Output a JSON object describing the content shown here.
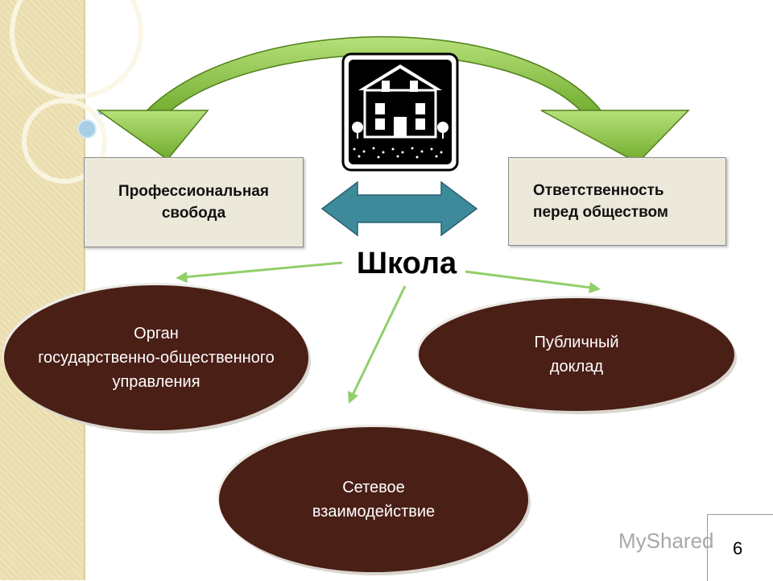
{
  "diagram": {
    "center_label": "Школа",
    "box_left": {
      "line1": "Профессиональная",
      "line2": "свобода"
    },
    "box_right": {
      "line1": "Ответственность",
      "line2": "перед обществом"
    },
    "ellipse_left": {
      "line1": "Орган",
      "line2": "государственно-общественного",
      "line3": "управления"
    },
    "ellipse_right": {
      "line1": "Публичный",
      "line2": "доклад"
    },
    "ellipse_bottom": {
      "line1": "Сетевое",
      "line2": "взаимодействие"
    },
    "icon": "school-building-icon"
  },
  "footer": {
    "watermark": "MyShared",
    "page_number": "6"
  },
  "colors": {
    "ellipse_fill": "#4a1f16",
    "box_fill": "#ece8da",
    "curved_arrow": "#8dc63f",
    "double_arrow": "#3d8a9a",
    "connector": "#92cf6a"
  }
}
